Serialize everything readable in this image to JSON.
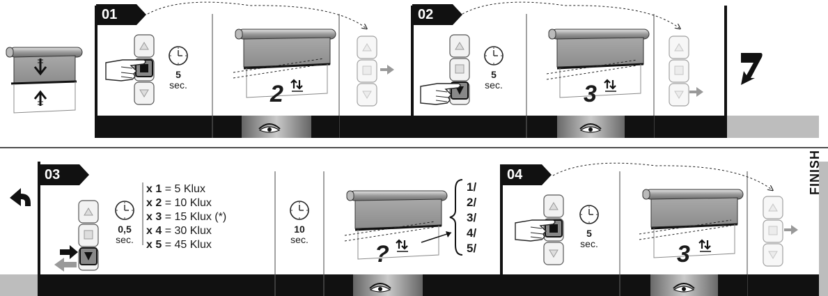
{
  "steps": [
    {
      "number": "01",
      "clock_value": "5",
      "clock_unit": "sec.",
      "count": "2"
    },
    {
      "number": "02",
      "clock_value": "5",
      "clock_unit": "sec.",
      "count": "3"
    },
    {
      "number": "03",
      "clock_value": "0,5",
      "clock_unit": "sec.",
      "count": "?"
    },
    {
      "number": "04",
      "clock_value": "5",
      "clock_unit": "sec.",
      "count": "3"
    }
  ],
  "wait": {
    "value": "10",
    "unit": "sec."
  },
  "klux_options": [
    {
      "mult": "x 1",
      "rest": " = 5 Klux"
    },
    {
      "mult": "x 2",
      "rest": " = 10 Klux"
    },
    {
      "mult": "x 3",
      "rest": " = 15 Klux (*)"
    },
    {
      "mult": "x 4",
      "rest": " = 30 Klux"
    },
    {
      "mult": "x 5",
      "rest": " = 45 Klux"
    }
  ],
  "results": [
    "1/",
    "2/",
    "3/",
    "4/",
    "5/"
  ],
  "finish_label": "FINISH",
  "colors": {
    "black": "#111111",
    "grey": "#bdbdbd",
    "panel": "#9a9a9a",
    "key": "#d8d8d8"
  }
}
